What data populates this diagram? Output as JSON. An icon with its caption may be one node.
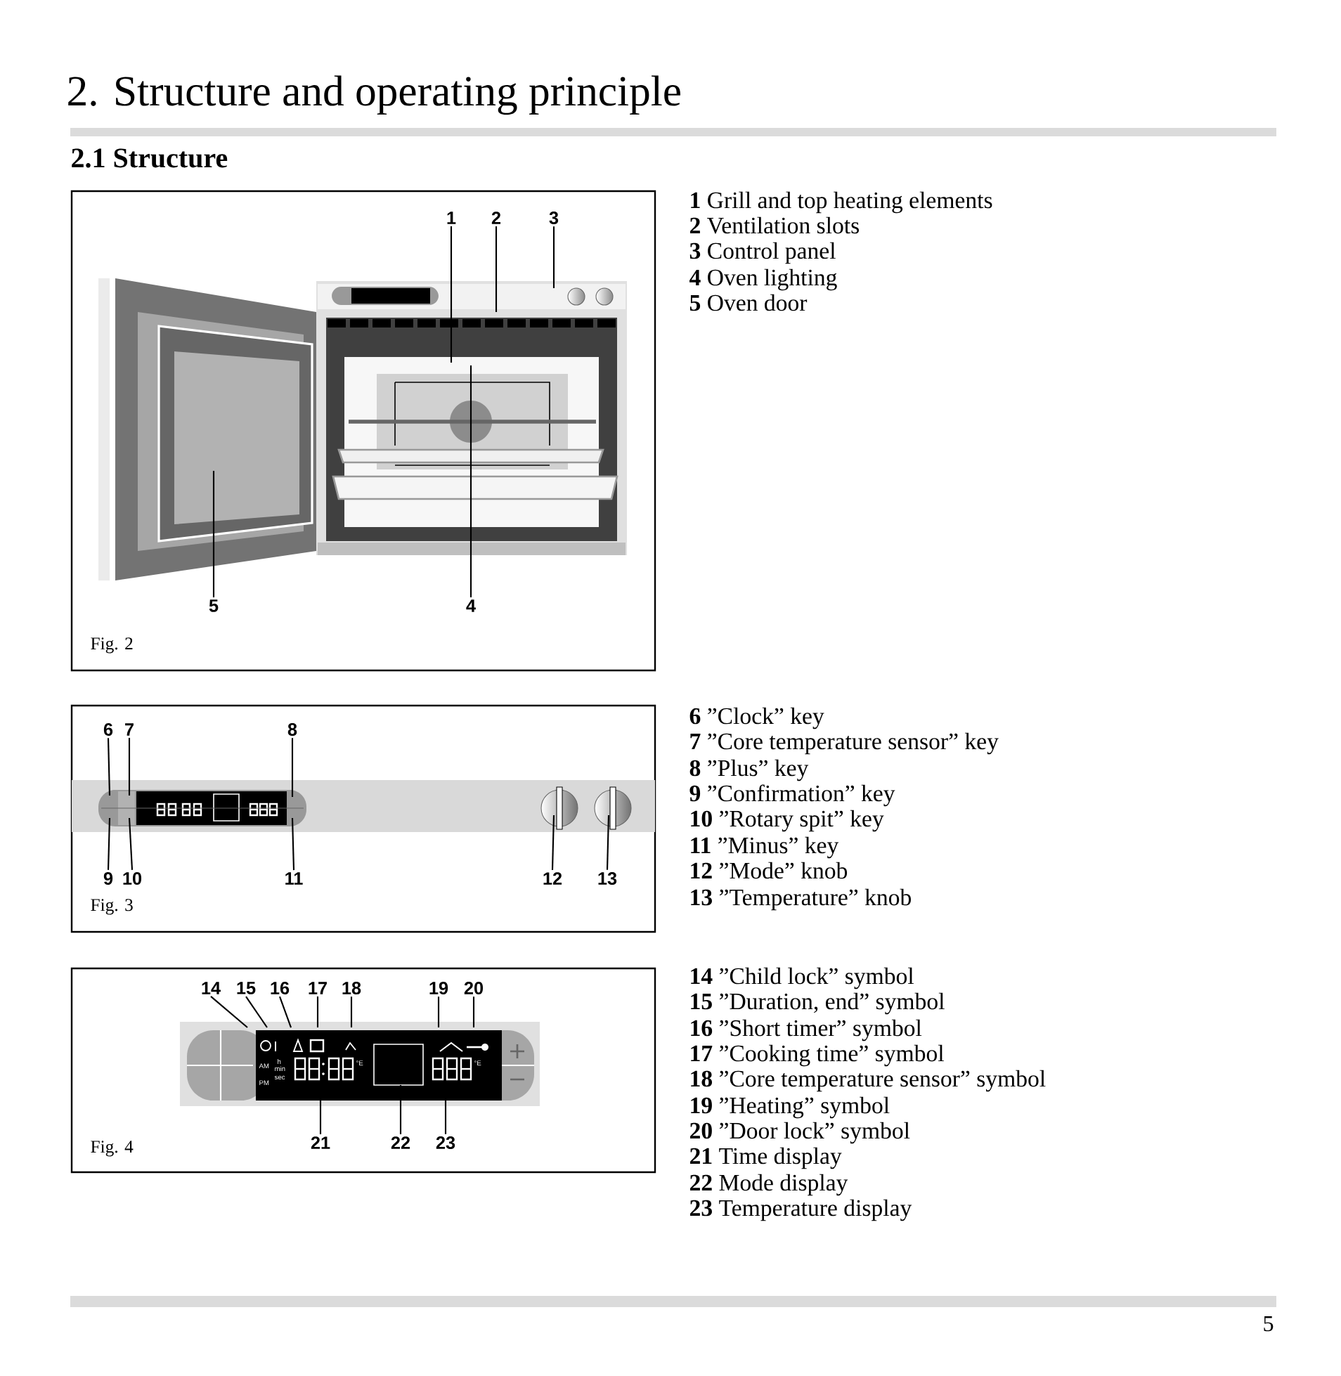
{
  "diagram": {
    "title": "2. Structure and operating principle",
    "nodes": [
      {
        "text": [
          "1"
        ]
      },
      {
        "text": [
          "2"
        ]
      },
      {
        "text": [
          "3"
        ]
      },
      {
        "text": [
          "5"
        ]
      },
      {
        "text": [
          "4"
        ]
      },
      {
        "text": [
          "6"
        ]
      },
      {
        "text": [
          "7"
        ]
      },
      {
        "text": [
          "8"
        ]
      },
      {
        "text": [
          "9"
        ]
      },
      {
        "text": [
          "10"
        ]
      },
      {
        "text": [
          "11"
        ]
      },
      {
        "text": [
          "12"
        ]
      },
      {
        "text": [
          "13"
        ]
      },
      {
        "text": [
          "14"
        ]
      },
      {
        "text": [
          "15"
        ]
      },
      {
        "text": [
          "16"
        ]
      },
      {
        "text": [
          "17"
        ]
      },
      {
        "text": [
          "18"
        ]
      },
      {
        "text": [
          "19"
        ]
      },
      {
        "text": [
          "20"
        ]
      },
      {
        "text": [
          "21"
        ]
      },
      {
        "text": [
          "22"
        ]
      },
      {
        "text": [
          "23"
        ]
      }
    ],
    "edges": [
      {
        "from": 0,
        "to": null,
        "arrow": "none"
      },
      {
        "from": 1,
        "to": null,
        "arrow": "none"
      },
      {
        "from": 2,
        "to": null,
        "arrow": "none"
      },
      {
        "from": 3,
        "to": null,
        "arrow": "none"
      },
      {
        "from": 4,
        "to": null,
        "arrow": "none"
      },
      {
        "from": 5,
        "to": null,
        "arrow": "none"
      },
      {
        "from": 6,
        "to": null,
        "arrow": "none"
      },
      {
        "from": 7,
        "to": null,
        "arrow": "none"
      },
      {
        "from": 8,
        "to": null,
        "arrow": "none"
      },
      {
        "from": 9,
        "to": null,
        "arrow": "none"
      },
      {
        "from": 10,
        "to": null,
        "arrow": "none"
      },
      {
        "from": 11,
        "to": null,
        "arrow": "none"
      },
      {
        "from": 12,
        "to": null,
        "arrow": "none"
      },
      {
        "from": 13,
        "to": null,
        "arrow": "none"
      },
      {
        "from": 14,
        "to": null,
        "arrow": "none"
      },
      {
        "from": 15,
        "to": null,
        "arrow": "none"
      },
      {
        "from": 16,
        "to": null,
        "arrow": "none"
      },
      {
        "from": 17,
        "to": null,
        "arrow": "none"
      },
      {
        "from": 18,
        "to": null,
        "arrow": "none"
      },
      {
        "from": 19,
        "to": null,
        "arrow": "none"
      },
      {
        "from": 20,
        "to": null,
        "arrow": "none"
      },
      {
        "from": 21,
        "to": null,
        "arrow": "none"
      },
      {
        "from": 22,
        "to": null,
        "arrow": "none"
      }
    ],
    "labels": [
      "2.1 Structure",
      "**1** Grill and top heating elements",
      "**2** Ventilation slots",
      "**3** Control panel",
      "**4** Oven lighting",
      "**5** Oven door",
      "Fig. 2",
      "**6** ”Clock” key",
      "**7** ”Core temperature sensor” key",
      "**8** ”Plus” key",
      "**9** ”Confirmation” key",
      "**10** ”Rotary spit” key",
      "**11** ”Minus” key",
      "**12** ”Mode” knob",
      "**13** ”Temperature” knob",
      "Fig. 3",
      "AM",
      "h",
      "min",
      "PM",
      "sec",
      "°E",
      "°E",
      "**14** ”Child lock” symbol",
      "**15** ”Duration, end” symbol",
      "**16** ”Short timer” symbol",
      "**17** ”Cooking time” symbol",
      "**18** ”Core temperature sensor” symbol",
      "**19** ”Heating” symbol",
      "**20** ”Door lock” symbol",
      "**21** Time display",
      "**22** Mode display",
      "**23** Temperature display",
      "Fig. 4",
      "5"
    ]
  }
}
